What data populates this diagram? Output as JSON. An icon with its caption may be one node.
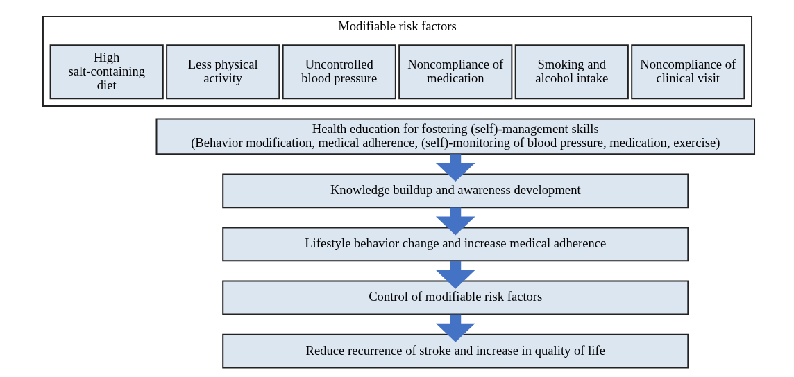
{
  "diagram": {
    "nodes": [
      {
        "text": [
          "Modifiable risk factors"
        ]
      },
      {
        "text": [
          "High salt-containing diet"
        ],
        "in": 0
      },
      {
        "text": [
          "Less physical activity"
        ],
        "in": 0
      },
      {
        "text": [
          "Uncontrolled blood pressure"
        ],
        "in": 0
      },
      {
        "text": [
          "Noncompliance of medication"
        ],
        "in": 0
      },
      {
        "text": [
          "Smoking and alcohol intake"
        ],
        "in": 0
      },
      {
        "text": [
          "Noncompliance of clinical visit"
        ],
        "in": 0
      },
      {
        "text": [
          "Health education for fostering (self)-management skills",
          "(Behavior modification, medical adherence, (self)-monitoring of blood pressure, medication, exercise)"
        ]
      },
      {
        "text": [
          "Knowledge buildup and awareness development"
        ]
      },
      {
        "text": [
          "Lifestyle behavior change and increase medical adherence"
        ]
      },
      {
        "text": [
          "Control of modifiable risk factors"
        ]
      },
      {
        "text": [
          "Reduce recurrence of stroke and increase in quality of life"
        ]
      }
    ],
    "edges": [
      {
        "from": 7,
        "to": 8,
        "arrow": "to"
      },
      {
        "from": 8,
        "to": 9,
        "arrow": "to"
      },
      {
        "from": 9,
        "to": 10,
        "arrow": "to"
      },
      {
        "from": 10,
        "to": 11,
        "arrow": "to"
      }
    ]
  }
}
